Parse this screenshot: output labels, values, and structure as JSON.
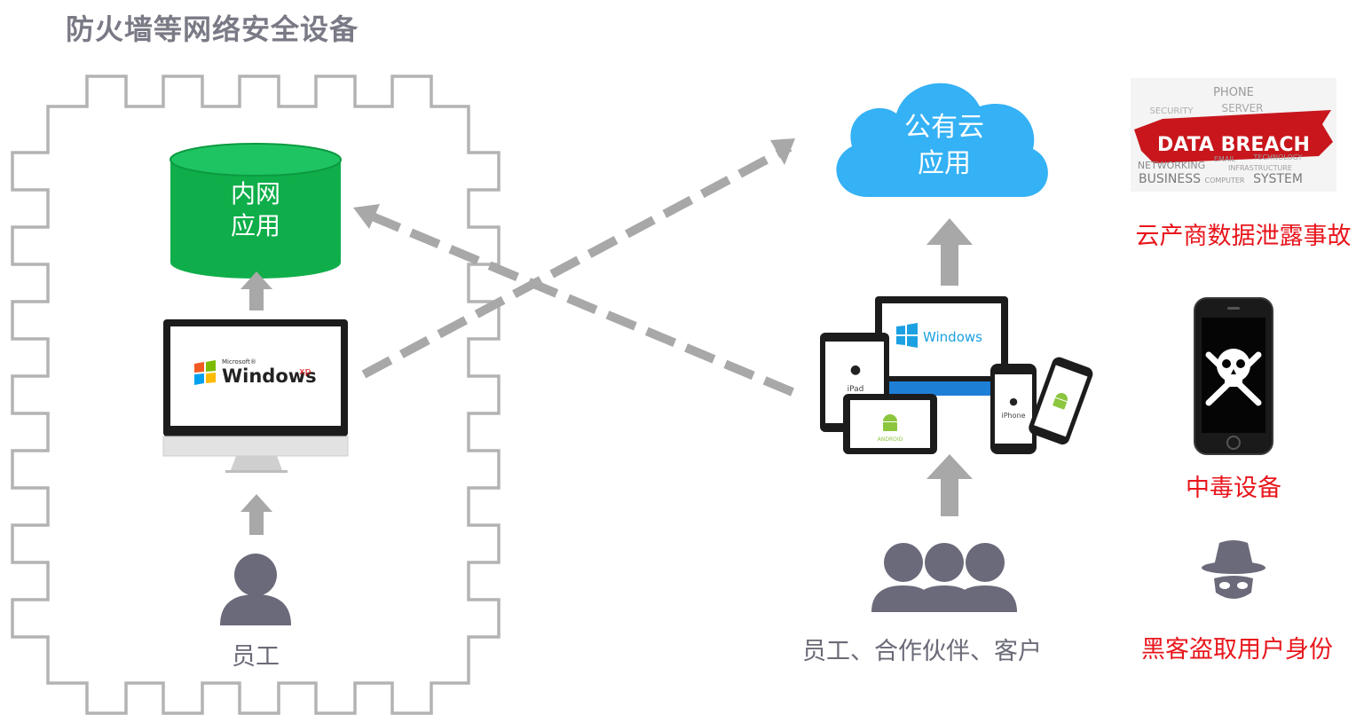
{
  "title": "防火墙等网络安全设备",
  "intranet": {
    "app_line1": "内网",
    "app_line2": "应用",
    "pc_brand_small": "Microsoft®",
    "pc_brand": "Windows",
    "pc_brand_sup": "xp",
    "person_label": "员工"
  },
  "cloud": {
    "line1": "公有云",
    "line2": "应用"
  },
  "devices": {
    "laptop_brand": "Windows",
    "ipad_label": "iPad",
    "android_label": "ANDROID",
    "iphone_label": "iPhone"
  },
  "people_label": "员工、合作伙伴、客户",
  "threats": {
    "breach_banner": "DATA BREACH",
    "breach_words": [
      "PHONE",
      "SERVER",
      "SECURITY",
      "NETWORKING",
      "EMAIL",
      "BUSINESS",
      "SYSTEM",
      "COMPUTER",
      "INFRASTRUCTURE",
      "TECHNOLOGY"
    ],
    "breach_label": "云产商数据泄露事故",
    "malware_label": "中毒设备",
    "hacker_label": "黑客盗取用户身份"
  },
  "colors": {
    "gray_arrow": "#a8a8a8",
    "db_green": "#0fae4a",
    "cloud_blue": "#35b1f5",
    "person_gray": "#6b6a7a",
    "alert_red": "#e8161c"
  }
}
